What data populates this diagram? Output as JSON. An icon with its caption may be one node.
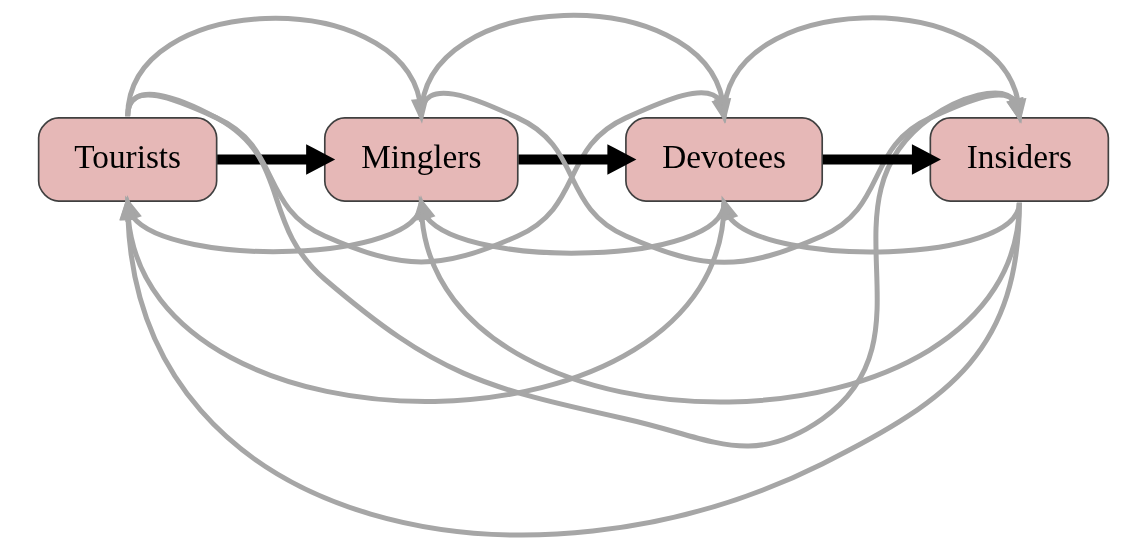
{
  "diagram": {
    "nodes": [
      {
        "text": [
          "Tourists"
        ]
      },
      {
        "text": [
          "Minglers"
        ]
      },
      {
        "text": [
          "Devotees"
        ]
      },
      {
        "text": [
          "Insiders"
        ]
      }
    ],
    "edges": [
      {
        "from": 0,
        "to": 1,
        "arrow": "to",
        "style": "thick",
        "color": "#000000"
      },
      {
        "from": 1,
        "to": 2,
        "arrow": "to",
        "style": "thick",
        "color": "#000000"
      },
      {
        "from": 2,
        "to": 3,
        "arrow": "to",
        "style": "thick",
        "color": "#000000"
      },
      {
        "from": 0,
        "to": 1,
        "arrow": "to"
      },
      {
        "from": 0,
        "to": 2,
        "arrow": "to"
      },
      {
        "from": 0,
        "to": 3,
        "arrow": "to"
      },
      {
        "from": 1,
        "to": 2,
        "arrow": "to"
      },
      {
        "from": 1,
        "to": 3,
        "arrow": "to"
      },
      {
        "from": 2,
        "to": 3,
        "arrow": "to"
      },
      {
        "from": 1,
        "to": 0,
        "arrow": "to"
      },
      {
        "from": 2,
        "to": 0,
        "arrow": "to"
      },
      {
        "from": 3,
        "to": 0,
        "arrow": "to"
      },
      {
        "from": 2,
        "to": 1,
        "arrow": "to"
      },
      {
        "from": 3,
        "to": 1,
        "arrow": "to"
      },
      {
        "from": 3,
        "to": 2,
        "arrow": "to"
      }
    ]
  }
}
